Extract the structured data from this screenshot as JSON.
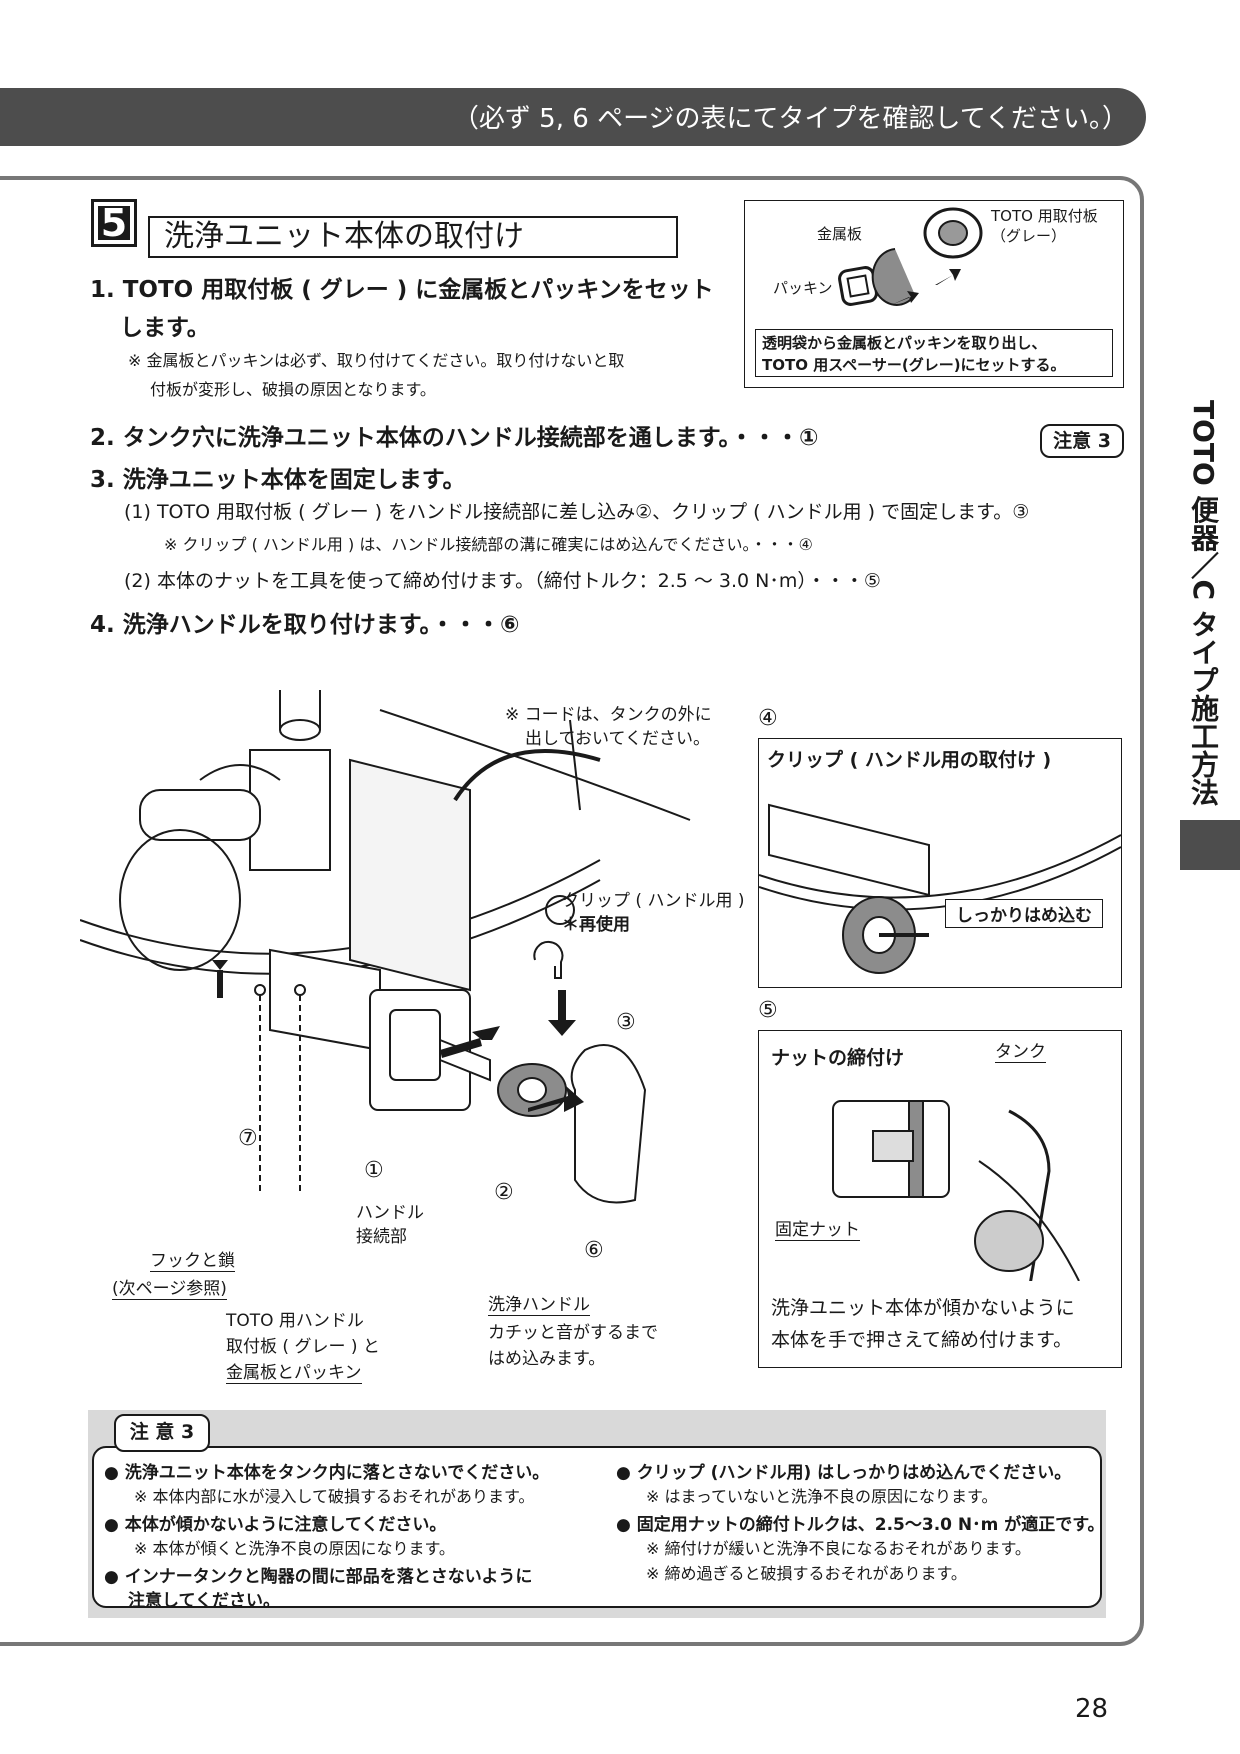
{
  "header": {
    "text": "（必ず 5, 6 ページの表にてタイプを確認してください。）"
  },
  "step": {
    "number": "5",
    "title": "洗浄ユニット本体の取付け"
  },
  "instructions": [
    {
      "main": "1. TOTO 用取付板 ( グレー ) に金属板とパッキンをセット",
      "cont": "します。",
      "note1": "※ 金属板とパッキンは必ず、取り付けてください。取り付けないと取",
      "note2": "付板が変形し、破損の原因となります。"
    },
    {
      "main": "2. タンク穴に洗浄ユニット本体のハンドル接続部を通します。・・・①"
    },
    {
      "main": "3. 洗浄ユニット本体を固定します。",
      "sub1": "(1) TOTO 用取付板 ( グレー ) をハンドル接続部に差し込み②、クリップ ( ハンドル用 ) で固定します。③",
      "note1": "※ クリップ ( ハンドル用 ) は、ハンドル接続部の溝に確実にはめ込んでください。・・・④",
      "sub2": "(2) 本体のナットを工具を使って締め付けます。（締付トルク：2.5 ～ 3.0 N･m）・・・⑤"
    },
    {
      "main": "4. 洗浄ハンドルを取り付けます。・・・⑥"
    }
  ],
  "caution_tag": "注意 3",
  "inset_top": {
    "label_metal": "金属板",
    "label_packing": "パッキン",
    "label_plate": "TOTO 用取付板",
    "label_plate2": "（グレー）",
    "caption1": "透明袋から金属板とパッキンを取り出し、",
    "caption2": "TOTO 用スペーサー(グレー)にセットする。"
  },
  "diagram": {
    "cord_note1": "※ コードは、タンクの外に",
    "cord_note2": "出しておいてください。",
    "clip_label": "クリップ ( ハンドル用 )",
    "reuse": "＊再使用",
    "handle_conn1": "ハンドル",
    "handle_conn2": "接続部",
    "hook1": "フックと鎖",
    "hook2": "(次ページ参照)",
    "plate1": "TOTO 用ハンドル",
    "plate2": "取付板 ( グレー ) と",
    "plate3": "金属板とパッキン",
    "handle1": "洗浄ハンドル",
    "handle2": "カチッと音がするまで",
    "handle3": "はめ込みます。",
    "n1": "①",
    "n2": "②",
    "n3": "③",
    "n6": "⑥",
    "n7": "⑦"
  },
  "detail4": {
    "num": "④",
    "title": "クリップ ( ハンドル用の取付け )",
    "label": "しっかりはめ込む"
  },
  "detail5": {
    "num": "⑤",
    "title": "ナットの締付け",
    "tank": "タンク",
    "nut": "固定ナット",
    "cap1": "洗浄ユニット本体が傾かないように",
    "cap2": "本体を手で押さえて締め付けます。"
  },
  "side_tab": "TOTO 便器／C タイプ施工方法",
  "notice": {
    "label": "注 意 3",
    "left": [
      {
        "main": "● 洗浄ユニット本体をタンク内に落とさないでください。",
        "sub": "※ 本体内部に水が浸入して破損するおそれがあります。"
      },
      {
        "main": "● 本体が傾かないように注意してください。",
        "sub": "※ 本体が傾くと洗浄不良の原因になります。"
      },
      {
        "main": "● インナータンクと陶器の間に部品を落とさないように",
        "sub": "注意してください。"
      }
    ],
    "right": [
      {
        "main": "● クリップ (ハンドル用) はしっかりはめ込んでください。",
        "sub": "※ はまっていないと洗浄不良の原因になります。"
      },
      {
        "main": "● 固定用ナットの締付トルクは、2.5～3.0 N･m が適正です。",
        "sub": "※ 締付けが緩いと洗浄不良になるおそれがあります。",
        "sub2": "※ 締め過ぎると破損するおそれがあります。"
      }
    ]
  },
  "page_number": "28"
}
